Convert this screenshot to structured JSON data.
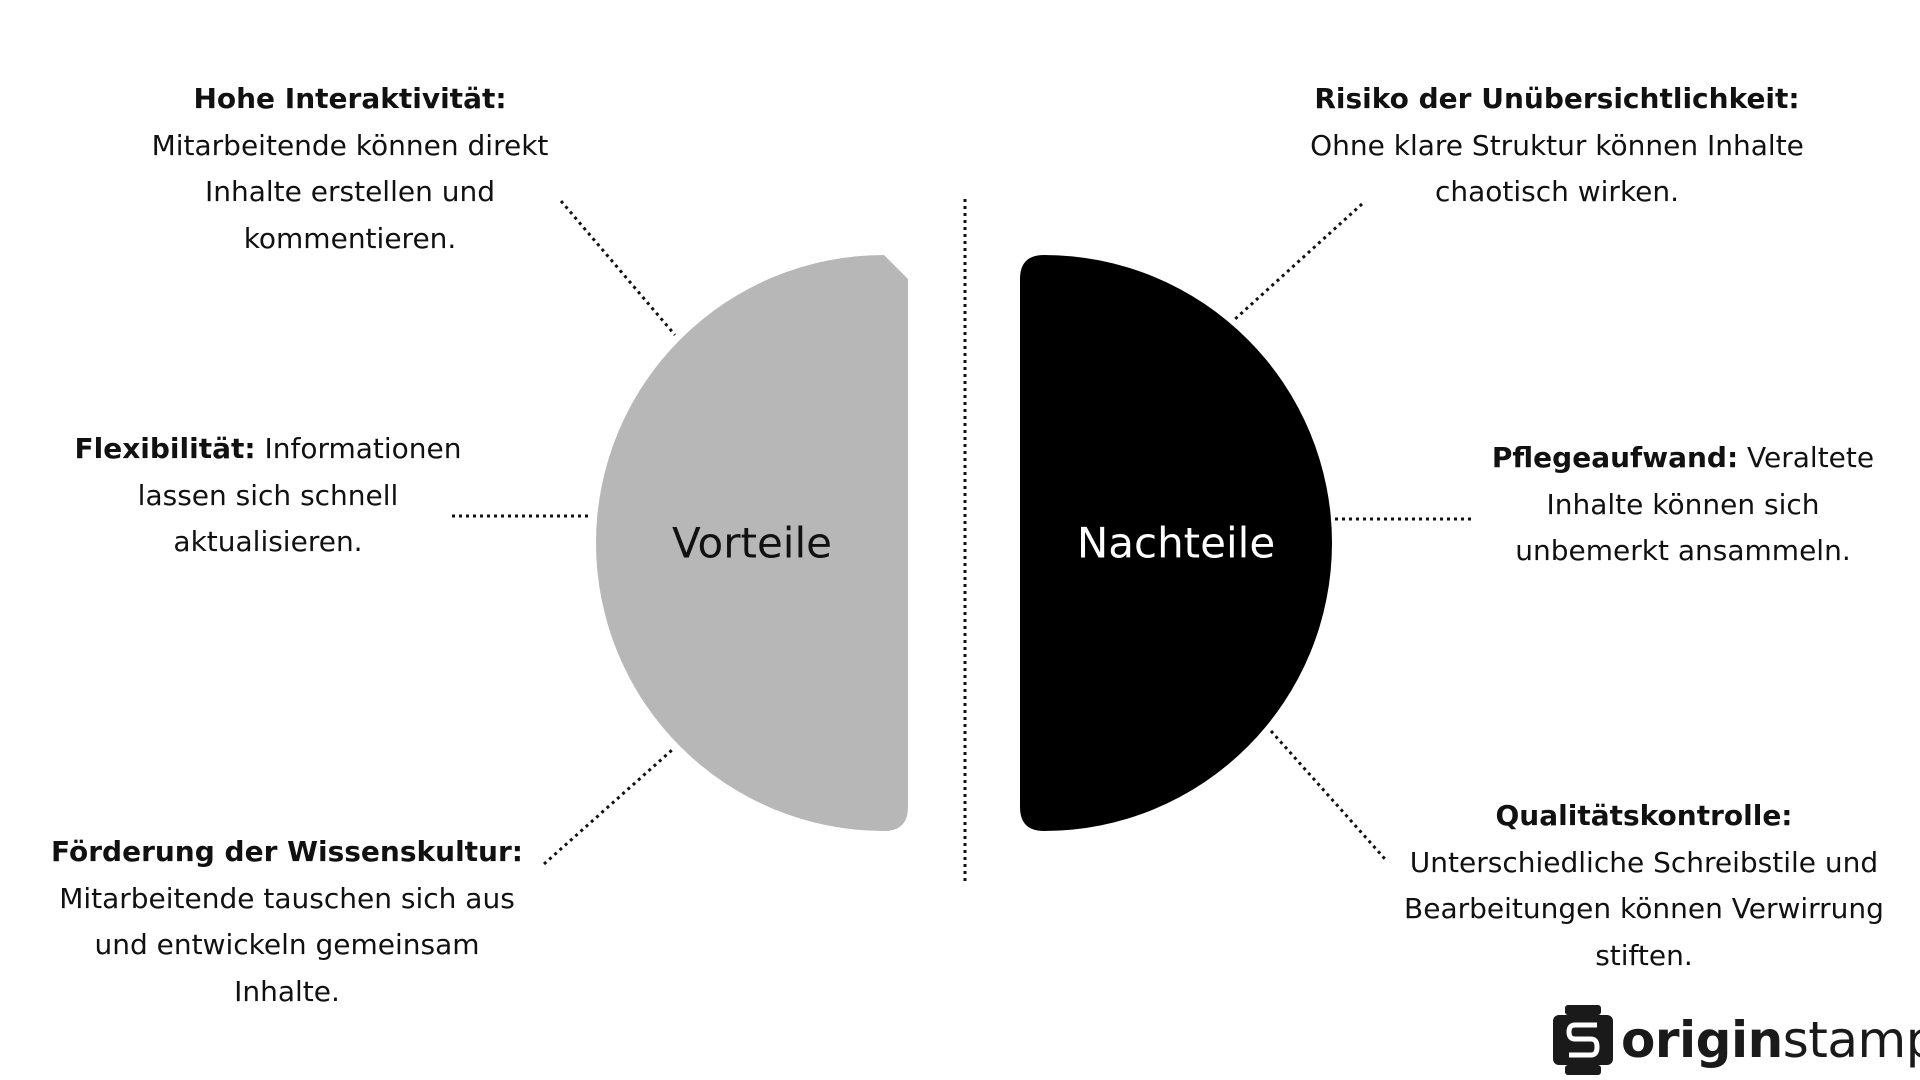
{
  "left": {
    "label": "Vorteile",
    "color": "#b7b7b7",
    "items": [
      {
        "title": "Hohe Interaktivität:",
        "lines": [
          "Mitarbeitende können direkt",
          "Inhalte erstellen und",
          "kommentieren."
        ]
      },
      {
        "title": "Flexibilität:",
        "title_suffix": " Informationen",
        "lines": [
          "lassen sich schnell",
          "aktualisieren."
        ]
      },
      {
        "title": "Förderung der Wissenskultur:",
        "lines": [
          "Mitarbeitende tauschen sich aus",
          "und entwickeln gemeinsam",
          "Inhalte."
        ]
      }
    ]
  },
  "right": {
    "label": "Nachteile",
    "color": "#000000",
    "items": [
      {
        "title": "Risiko der Unübersichtlichkeit:",
        "lines": [
          "Ohne klare Struktur können Inhalte",
          "chaotisch wirken."
        ]
      },
      {
        "title": "Pflegeaufwand:",
        "title_suffix": " Veraltete",
        "lines": [
          "Inhalte können sich",
          "unbemerkt ansammeln."
        ]
      },
      {
        "title": "Qualitätskontrolle:",
        "lines": [
          "Unterschiedliche Schreibstile und",
          "Bearbeitungen können Verwirrung",
          "stiften."
        ]
      }
    ]
  },
  "logo": {
    "text_bold": "origin",
    "text_regular": "stamp"
  }
}
